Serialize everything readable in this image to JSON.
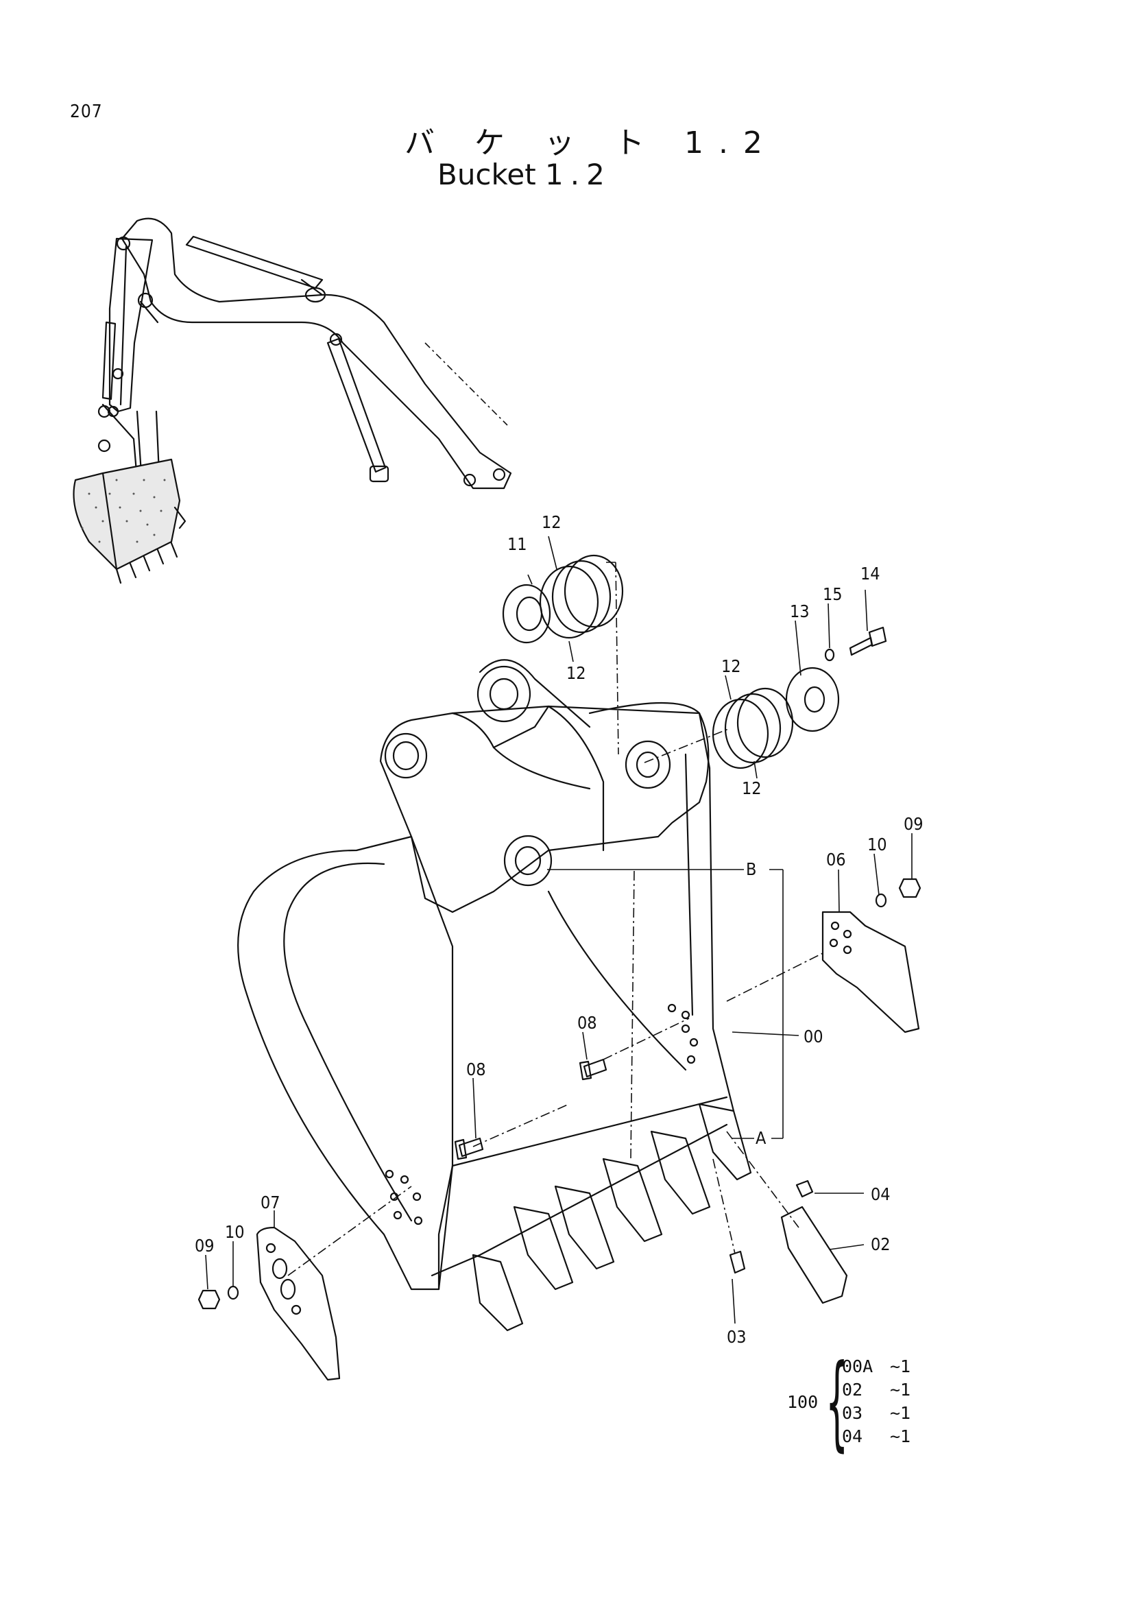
{
  "page_number": "207",
  "title_jp": "バ ケ ッ ト 1.2",
  "title_en_word": "Bucket",
  "title_en_number": "1.2",
  "callouts": {
    "p00": "00",
    "p02": "02",
    "p03": "03",
    "p04": "04",
    "p06": "06",
    "p07": "07",
    "p08a": "08",
    "p08b": "08",
    "p09a": "09",
    "p09b": "09",
    "p10a": "10",
    "p10b": "10",
    "p11": "11",
    "p12a": "12",
    "p12b": "12",
    "p12c": "12",
    "p12d": "12",
    "p13": "13",
    "p14": "14",
    "p15": "15",
    "refA": "A",
    "refB": "B"
  },
  "kit": {
    "label": "100",
    "items": [
      {
        "part": "00A",
        "qty": "~1"
      },
      {
        "part": "02",
        "qty": "~1"
      },
      {
        "part": "03",
        "qty": "~1"
      },
      {
        "part": "04",
        "qty": "~1"
      }
    ]
  }
}
